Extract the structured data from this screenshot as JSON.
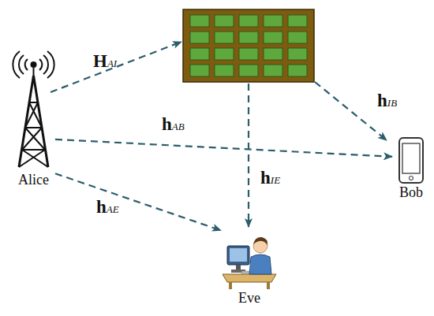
{
  "diagram": {
    "nodes": [
      {
        "text": [
          "Alice"
        ]
      },
      {
        "text": [
          "Bob"
        ]
      },
      {
        "text": [
          "Eve"
        ]
      }
    ],
    "edges": [
      {
        "from": 0,
        "to": 1,
        "label": "hAB",
        "arrow": "to"
      },
      {
        "from": 0,
        "to": 2,
        "label": "hAE",
        "arrow": "to"
      }
    ],
    "labels": [
      "HAI",
      "hIB",
      "hIE"
    ]
  }
}
